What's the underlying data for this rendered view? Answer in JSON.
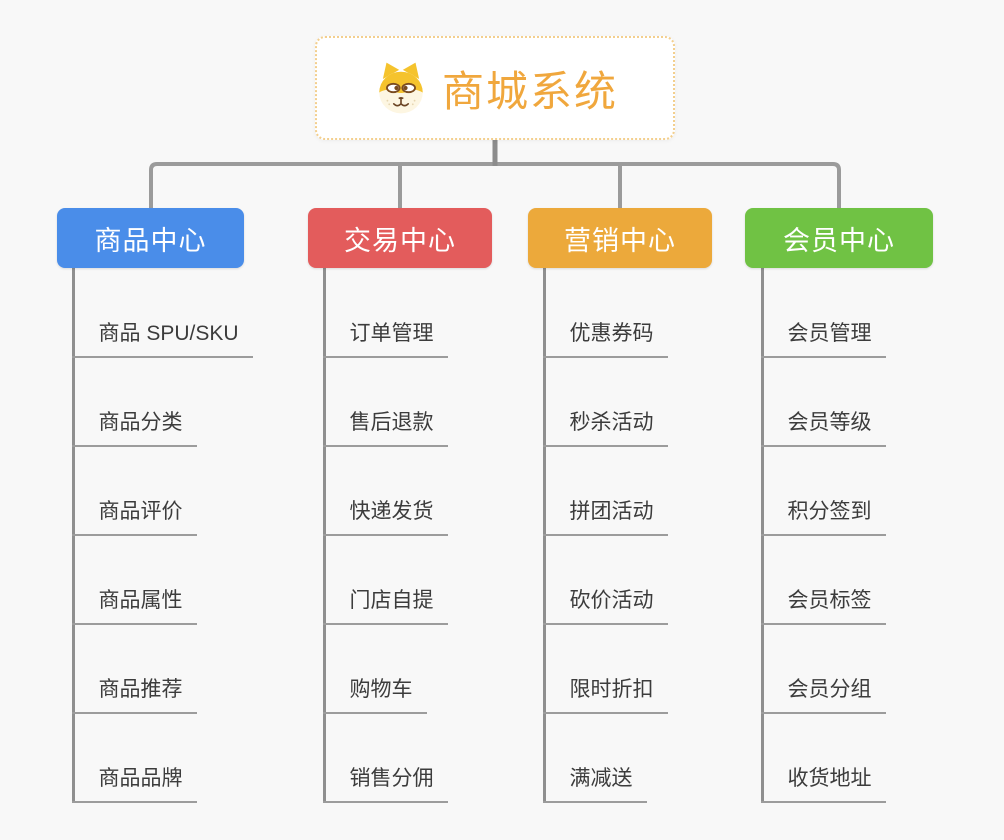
{
  "root": {
    "title": "商城系统",
    "icon": "dog-icon"
  },
  "colors": {
    "background": "#f8f8f8",
    "root_text": "#f0a73d",
    "root_border_dotted": "#f3cf8e",
    "connector_gray": "#9b9b9b",
    "branch_product": "#4a8de9",
    "branch_trade": "#e35c5c",
    "branch_marketing": "#eca93b",
    "branch_member": "#70c244",
    "item_text": "#3c3c3c"
  },
  "branches": [
    {
      "id": "product-center",
      "label": "商品中心",
      "color": "#4a8de9",
      "items": [
        "商品 SPU/SKU",
        "商品分类",
        "商品评价",
        "商品属性",
        "商品推荐",
        "商品品牌"
      ]
    },
    {
      "id": "trade-center",
      "label": "交易中心",
      "color": "#e35c5c",
      "items": [
        "订单管理",
        "售后退款",
        "快递发货",
        "门店自提",
        "购物车",
        "销售分佣"
      ]
    },
    {
      "id": "marketing-center",
      "label": "营销中心",
      "color": "#eca93b",
      "items": [
        "优惠券码",
        "秒杀活动",
        "拼团活动",
        "砍价活动",
        "限时折扣",
        "满减送"
      ]
    },
    {
      "id": "member-center",
      "label": "会员中心",
      "color": "#70c244",
      "items": [
        "会员管理",
        "会员等级",
        "积分签到",
        "会员标签",
        "会员分组",
        "收货地址"
      ]
    }
  ]
}
